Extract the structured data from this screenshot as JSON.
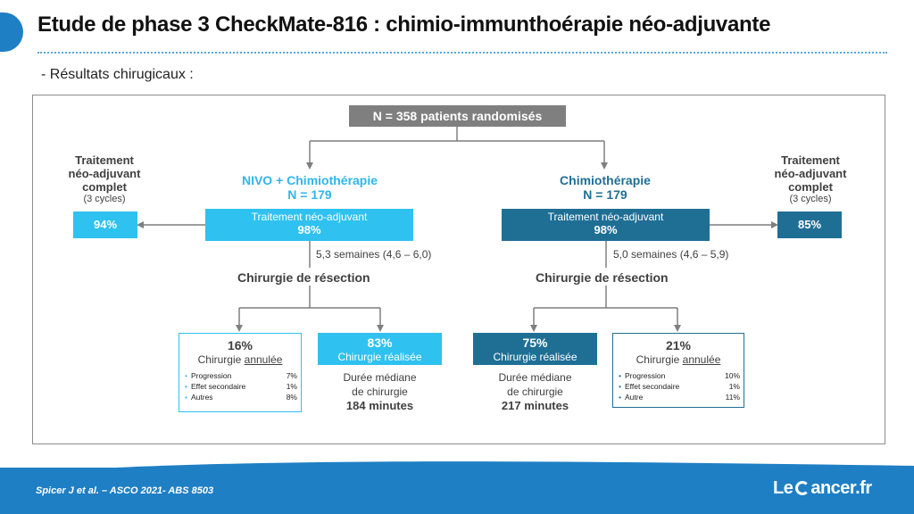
{
  "header": {
    "title": "Etude de phase 3 CheckMate-816 : chimio-immunthoérapie néo-adjuvante",
    "subtitle": "- Résultats chirugicaux :"
  },
  "top_box": "N = 358 patients randomisés",
  "left_arm": {
    "name": "NIVO + Chimiothérapie",
    "n": "N = 179",
    "treatment_label": "Traitement néo-adjuvant",
    "treatment_value": "98%",
    "weeks": "5,3 semaines (4,6 – 6,0)",
    "surgery_title": "Chirurgie de résection",
    "completed_box": {
      "title_line1": "Traitement",
      "title_line2": "néo-adjuvant",
      "title_line3": "complet",
      "cycles": "(3 cycles)",
      "value": "94%"
    },
    "cancelled": {
      "pct": "16%",
      "label_prefix": "Chirurgie ",
      "label_underlined": "annulée",
      "items": [
        {
          "label": "Progression",
          "value": "7%"
        },
        {
          "label": "Effet secondaire",
          "value": "1%"
        },
        {
          "label": "Autres",
          "value": "8%"
        }
      ]
    },
    "performed": {
      "pct": "83%",
      "label": "Chirurgie réalisée",
      "duration_line1": "Durée médiane",
      "duration_line2": "de chirurgie",
      "duration_value": "184 minutes"
    }
  },
  "right_arm": {
    "name": "Chimiothérapie",
    "n": "N = 179",
    "treatment_label": "Traitement néo-adjuvant",
    "treatment_value": "98%",
    "weeks": "5,0 semaines (4,6 – 5,9)",
    "surgery_title": "Chirurgie de résection",
    "completed_box": {
      "title_line1": "Traitement",
      "title_line2": "néo-adjuvant",
      "title_line3": "complet",
      "cycles": "(3 cycles)",
      "value": "85%"
    },
    "performed": {
      "pct": "75%",
      "label": "Chirurgie réalisée",
      "duration_line1": "Durée médiane",
      "duration_line2": "de chirurgie",
      "duration_value": "217 minutes"
    },
    "cancelled": {
      "pct": "21%",
      "label_prefix": "Chirurgie ",
      "label_underlined": "annulée",
      "items": [
        {
          "label": "Progression",
          "value": "10%"
        },
        {
          "label": "Effet secondaire",
          "value": "1%"
        },
        {
          "label": "Autre",
          "value": "11%"
        }
      ]
    }
  },
  "footer": {
    "reference": "Spicer J et al. – ASCO 2021- ABS 8503",
    "logo_left": "Le",
    "logo_right": "ancer.fr"
  },
  "colors": {
    "cyan": "#2fc1f0",
    "dark_blue": "#1f6f95",
    "gray_box": "#7f7f7f",
    "footer_blue": "#1f7fc4"
  }
}
